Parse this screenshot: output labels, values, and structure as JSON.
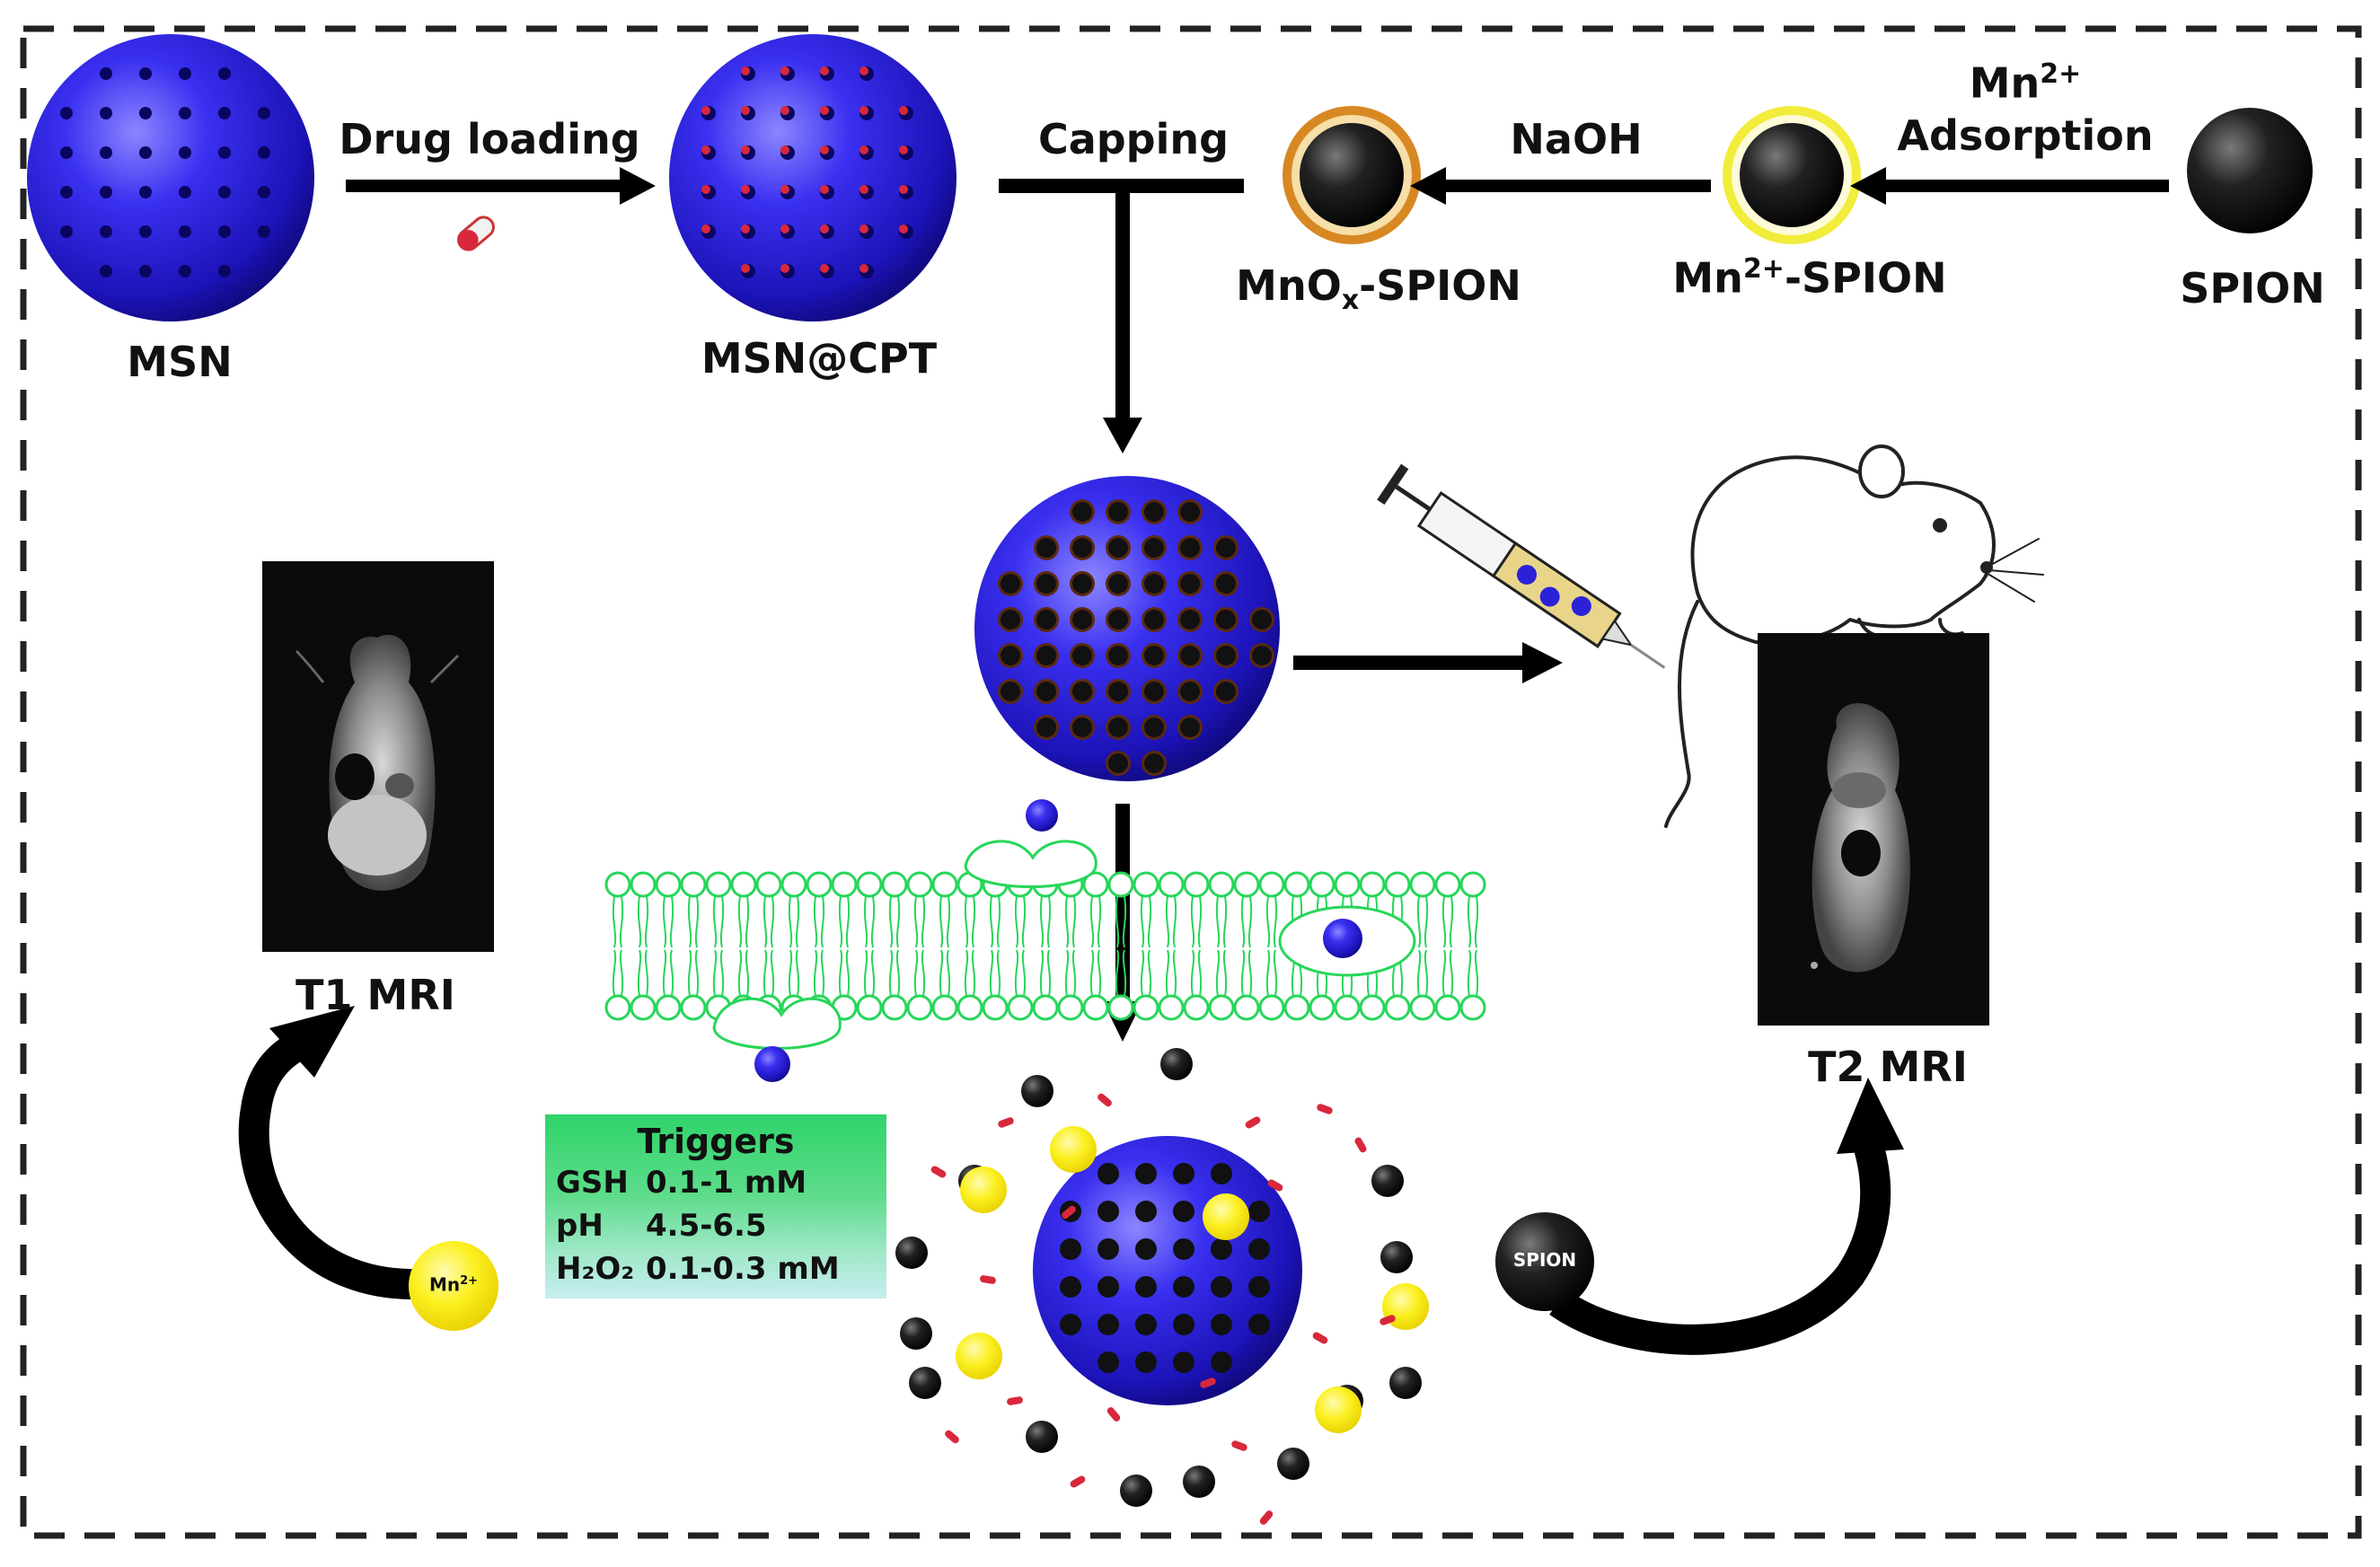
{
  "labels": {
    "msn": "MSN",
    "drug_loading": "Drug loading",
    "msn_cpt": "MSN@CPT",
    "capping": "Capping",
    "mnox_spion_pre": "MnO",
    "mnox_spion_sub": "x",
    "mnox_spion_post": "-SPION",
    "naoh": "NaOH",
    "mn_spion_pre": "Mn",
    "mn_spion_sup": "2+",
    "mn_spion_post": "-SPION",
    "mn_adsorption_pre": "Mn",
    "mn_adsorption_sup": "2+",
    "adsorption": "Adsorption",
    "spion": "SPION",
    "t1_mri": "T1 MRI",
    "t2_mri": "T2 MRI",
    "mn_badge_pre": "Mn",
    "mn_badge_sup": "2+",
    "spion_badge": "SPION"
  },
  "triggers": {
    "title": "Triggers",
    "rows": [
      {
        "key": "GSH",
        "value": "0.1-1 mM"
      },
      {
        "key": "pH",
        "value": "4.5-6.5"
      },
      {
        "key": "H₂O₂",
        "value": "0.1-0.3 mM"
      }
    ]
  },
  "colors": {
    "sphere": "#2b22d8",
    "spion": "#111111",
    "mn_ion": "#f7ee1a",
    "mnox_shell": "#e0902a",
    "membrane": "#27d65a",
    "drug": "#d8283c",
    "triggers_box": "#34d26e"
  }
}
